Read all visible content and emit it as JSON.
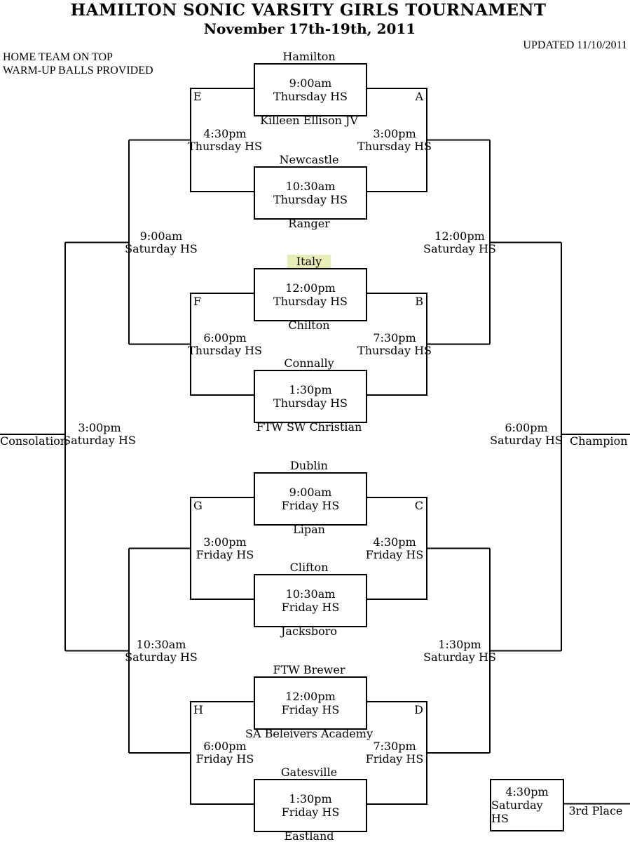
{
  "header": {
    "title": "HAMILTON SONIC VARSITY GIRLS TOURNAMENT",
    "subtitle": "November 17th-19th, 2011",
    "updated": "UPDATED 11/10/2011",
    "note_line1": "HOME TEAM ON TOP",
    "note_line2": "WARM-UP BALLS PROVIDED"
  },
  "colors": {
    "highlight": "#e8ecb7",
    "line": "#000000"
  },
  "highlighted_team": "Italy",
  "first_round": [
    {
      "home": "Hamilton",
      "away": "Killeen Ellison JV",
      "time": "9:00am",
      "venue": "Thursday HS"
    },
    {
      "home": "Newcastle",
      "away": "Ranger",
      "time": "10:30am",
      "venue": "Thursday HS"
    },
    {
      "home": "Italy",
      "away": "Chilton",
      "time": "12:00pm",
      "venue": "Thursday HS"
    },
    {
      "home": "Connally",
      "away": "FTW SW Christian",
      "time": "1:30pm",
      "venue": "Thursday HS"
    },
    {
      "home": "Dublin",
      "away": "Lipan",
      "time": "9:00am",
      "venue": "Friday HS"
    },
    {
      "home": "Clifton",
      "away": "Jacksboro",
      "time": "10:30am",
      "venue": "Friday HS"
    },
    {
      "home": "FTW Brewer",
      "away": "SA Beleivers Academy",
      "time": "12:00pm",
      "venue": "Friday HS"
    },
    {
      "home": "Gatesville",
      "away": "Eastland",
      "time": "1:30pm",
      "venue": "Friday HS"
    }
  ],
  "second_round": [
    {
      "bracket": "E",
      "side": "left",
      "time": "4:30pm",
      "venue": "Thursday HS"
    },
    {
      "bracket": "A",
      "side": "right",
      "time": "3:00pm",
      "venue": "Thursday HS"
    },
    {
      "bracket": "F",
      "side": "left",
      "time": "6:00pm",
      "venue": "Thursday HS"
    },
    {
      "bracket": "B",
      "side": "right",
      "time": "7:30pm",
      "venue": "Thursday HS"
    },
    {
      "bracket": "G",
      "side": "left",
      "time": "3:00pm",
      "venue": "Friday HS"
    },
    {
      "bracket": "C",
      "side": "right",
      "time": "4:30pm",
      "venue": "Friday HS"
    },
    {
      "bracket": "H",
      "side": "left",
      "time": "6:00pm",
      "venue": "Friday HS"
    },
    {
      "bracket": "D",
      "side": "right",
      "time": "7:30pm",
      "venue": "Friday HS"
    }
  ],
  "semifinals": [
    {
      "side": "left",
      "time": "9:00am",
      "venue": "Saturday HS"
    },
    {
      "side": "right",
      "time": "12:00pm",
      "venue": "Saturday HS"
    },
    {
      "side": "left",
      "time": "10:30am",
      "venue": "Saturday HS"
    },
    {
      "side": "right",
      "time": "1:30pm",
      "venue": "Saturday HS"
    }
  ],
  "finals": {
    "consolation": {
      "label": "Consolation",
      "time": "3:00pm",
      "venue": "Saturday HS"
    },
    "champion": {
      "label": "Champion",
      "time": "6:00pm",
      "venue": "Saturday HS"
    },
    "third_place": {
      "label": "3rd Place",
      "time": "4:30pm",
      "venue": "Saturday HS"
    }
  }
}
